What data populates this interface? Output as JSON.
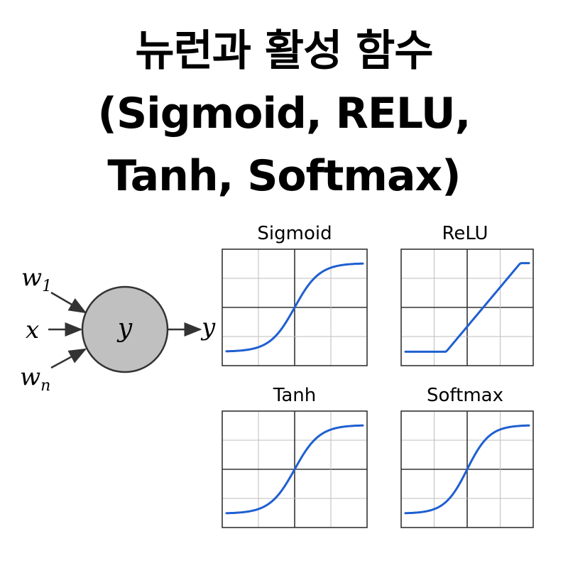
{
  "title": {
    "line1": "뉴런과 활성 함수",
    "line2": "(Sigmoid, RELU,",
    "line3": "Tanh, Softmax)"
  },
  "neuron": {
    "input_w1": "w",
    "input_w1_sub": "1",
    "input_x": "x",
    "input_wn": "w",
    "input_wn_sub": "n",
    "node_label": "y",
    "output_label": "y",
    "node_color": "#c0c0c0",
    "arrow_color": "#333333"
  },
  "plots": [
    {
      "id": "sigmoid",
      "label": "Sigmoid",
      "curve": "sigmoid"
    },
    {
      "id": "relu",
      "label": "ReLU",
      "curve": "relu"
    },
    {
      "id": "tanh",
      "label": "Tanh",
      "curve": "sigmoid"
    },
    {
      "id": "softmax",
      "label": "Softmax",
      "curve": "sigmoid"
    }
  ],
  "colors": {
    "curve": "#1f5fd1",
    "grid": "#bdbdbd",
    "axis": "#333333",
    "frame": "#333333"
  }
}
